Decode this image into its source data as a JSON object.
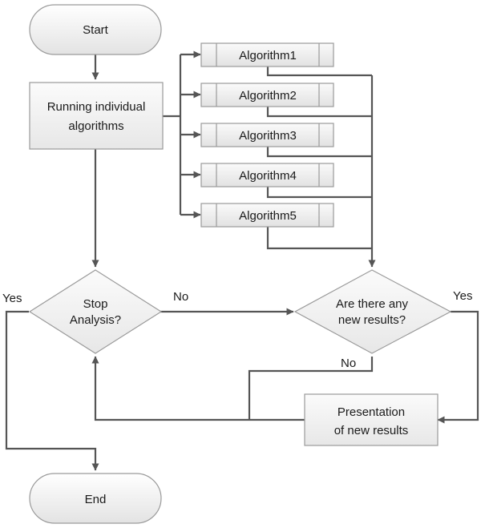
{
  "nodes": {
    "start": "Start",
    "running_line1": "Running individual",
    "running_line2": "algorithms",
    "algorithms": [
      "Algorithm1",
      "Algorithm2",
      "Algorithm3",
      "Algorithm4",
      "Algorithm5"
    ],
    "stop_line1": "Stop",
    "stop_line2": "Analysis?",
    "new_results_line1": "Are there any",
    "new_results_line2": "new results?",
    "presentation_line1": "Presentation",
    "presentation_line2": "of new results",
    "end": "End"
  },
  "edge_labels": {
    "stop_yes": "Yes",
    "stop_no": "No",
    "new_results_yes": "Yes",
    "new_results_no": "No"
  },
  "colors": {
    "line": "#555555",
    "fill_light": "#ffffff",
    "fill_dark": "#e9e9e9",
    "stroke": "#9a9a9a"
  }
}
